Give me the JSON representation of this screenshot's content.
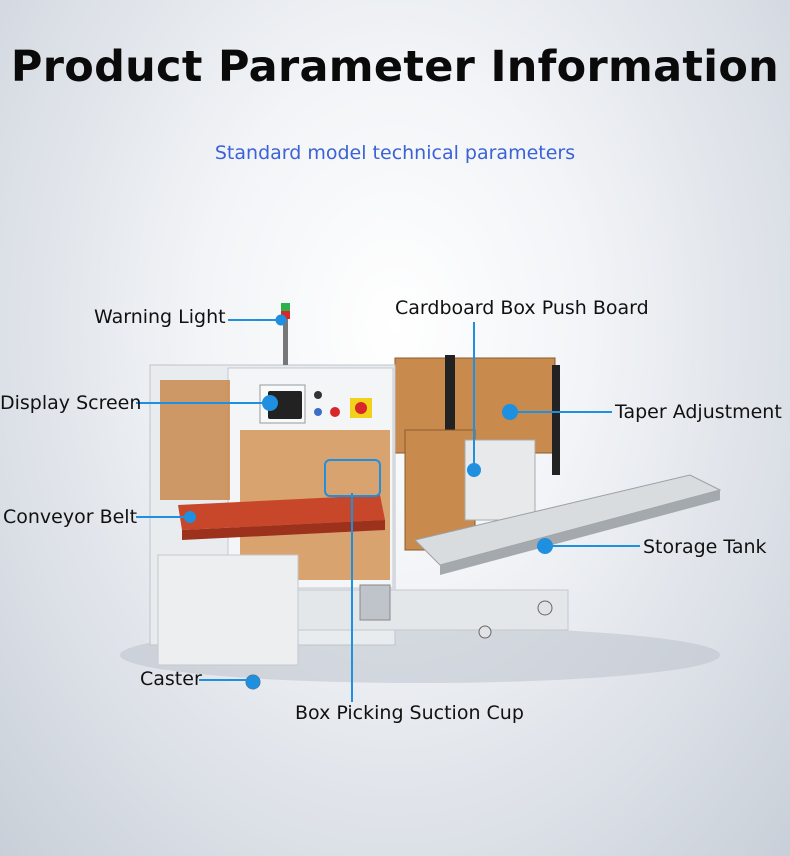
{
  "header": {
    "title": "Product Parameter Information",
    "subtitle": "Standard model technical parameters"
  },
  "callouts": {
    "warning_light": "Warning Light",
    "display_screen": "Display Screen",
    "conveyor_belt": "Conveyor Belt",
    "caster": "Caster",
    "cardboard_push_board": "Cardboard Box Push Board",
    "taper_adjustment": "Taper Adjustment",
    "storage_tank": "Storage Tank",
    "suction_cup": "Box Picking Suction Cup"
  },
  "colors": {
    "accent_blue": "#1f8fdf",
    "subtitle_blue": "#3b62d6",
    "cardboard": "#c98a4e"
  }
}
